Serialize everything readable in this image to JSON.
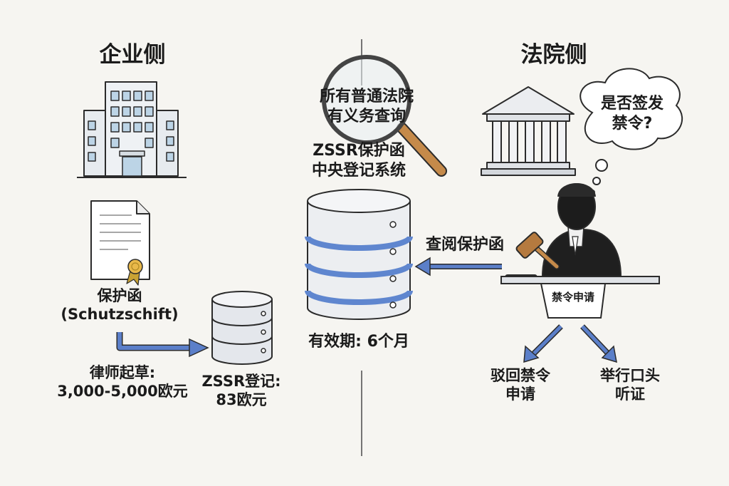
{
  "company": {
    "heading": "企业侧",
    "document_label": [
      "保护函",
      "(Schutzschift)"
    ],
    "lawyer_cost": [
      "律师起草:",
      "3,000-5,000欧元"
    ],
    "registration_cost": [
      "ZSSR登记:",
      "83欧元"
    ]
  },
  "center": {
    "search_note": [
      "所有普通法院",
      "有义务查询"
    ],
    "system_title": [
      "ZSSR保护函",
      "中央登记系统"
    ],
    "validity": "有效期: 6个月",
    "lookup_label": "查阅保护函"
  },
  "court": {
    "heading": "法院侧",
    "thought": [
      "是否签发",
      "禁令?"
    ],
    "paper_label": "禁令申请",
    "outcome_reject": [
      "驳回禁令",
      "申请"
    ],
    "outcome_hearing": [
      "举行口头",
      "听证"
    ]
  },
  "colors": {
    "background": "#f6f5f1",
    "outline": "#2b2b2b",
    "arrow_blue": "#5b7fc9",
    "db_stripe": "#5f86cf",
    "building_window": "#bcd4e6",
    "seal": "#e9b94a",
    "robe": "#1f1f1f"
  },
  "icons": [
    "office-building-icon",
    "document-icon",
    "small-database-icon",
    "database-icon",
    "magnifier-icon",
    "courthouse-icon",
    "thought-bubble-icon",
    "judge-icon",
    "gavel-icon"
  ]
}
